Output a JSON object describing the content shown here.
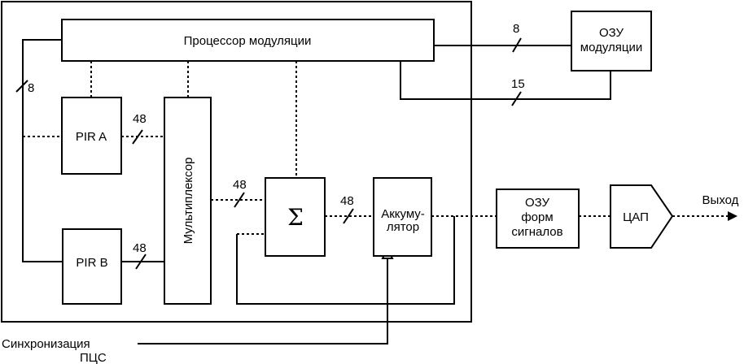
{
  "blocks": {
    "processor": "Процессор модуляции",
    "ram_mod_line1": "ОЗУ",
    "ram_mod_line2": "модуляции",
    "pir_a": "PIR A",
    "pir_b": "PIR B",
    "mux": "Мультиплексор",
    "sum": "Σ",
    "acc_line1": "Аккуму-",
    "acc_line2": "лятор",
    "ram_wave_line1": "ОЗУ",
    "ram_wave_line2": "форм",
    "ram_wave_line3": "сигналов",
    "dac": "ЦАП"
  },
  "bus_widths": {
    "proc_to_ram": "8",
    "ram_to_proc": "15",
    "proc_to_pir": "8",
    "pir_a_to_mux": "48",
    "pir_b_to_mux": "48",
    "mux_to_sum": "48",
    "sum_to_acc": "48"
  },
  "labels": {
    "output": "Выход",
    "sync_line1": "Синхронизация",
    "sync_line2": "ПЦС"
  }
}
